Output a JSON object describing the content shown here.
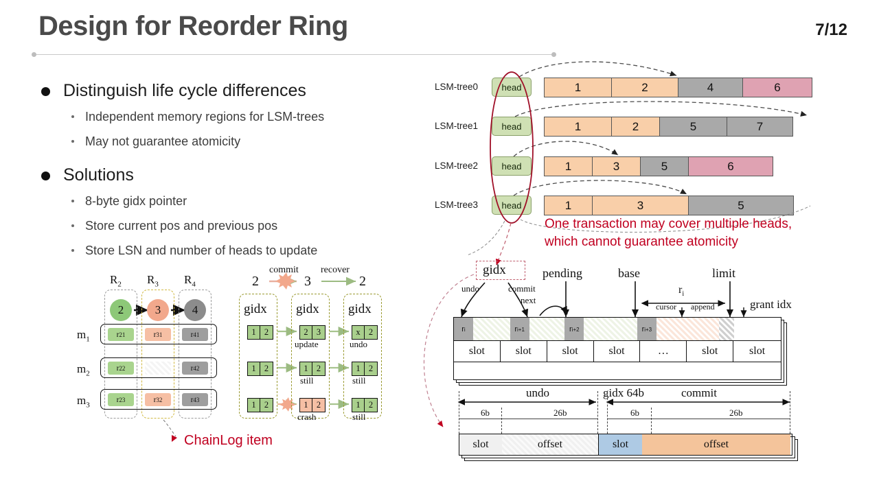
{
  "header": {
    "title": "Design for Reorder Ring",
    "page_number": "7/12"
  },
  "bullets": [
    {
      "label": "Distinguish life cycle differences",
      "children": [
        "Independent memory regions for LSM-trees",
        "May not guarantee atomicity"
      ]
    },
    {
      "label": "Solutions",
      "children": [
        "8-byte gidx pointer",
        "Store current pos and previous pos",
        "Store LSN and number of heads to update"
      ]
    }
  ],
  "lsm_diagram": {
    "head_label": "head",
    "warning": {
      "line1": "One transaction may cover multiple heads,",
      "line2": "which cannot guarantee atomicity",
      "color": "#c00020"
    },
    "colors": {
      "orange": "#f9cfa9",
      "gray": "#a9a9a9",
      "pink": "#dfa2b2",
      "head_fill": "#cfe0b4",
      "head_border": "#8aa06a"
    },
    "trees": [
      {
        "label": "LSM-tree0",
        "segments": [
          {
            "text": "1",
            "color": "orange",
            "width": 98
          },
          {
            "text": "2",
            "color": "orange",
            "width": 97
          },
          {
            "text": "4",
            "color": "gray",
            "width": 94
          },
          {
            "text": "6",
            "color": "pink",
            "width": 100
          }
        ]
      },
      {
        "label": "LSM-tree1",
        "segments": [
          {
            "text": "1",
            "color": "orange",
            "width": 98
          },
          {
            "text": "2",
            "color": "orange",
            "width": 70
          },
          {
            "text": "5",
            "color": "gray",
            "width": 98
          },
          {
            "text": "7",
            "color": "gray",
            "width": 95
          }
        ]
      },
      {
        "label": "LSM-tree2",
        "segments": [
          {
            "text": "1",
            "color": "orange",
            "width": 70
          },
          {
            "text": "3",
            "color": "orange",
            "width": 70
          },
          {
            "text": "5",
            "color": "gray",
            "width": 70
          },
          {
            "text": "6",
            "color": "pink",
            "width": 122
          }
        ]
      },
      {
        "label": "LSM-tree3",
        "segments": [
          {
            "text": "1",
            "color": "orange",
            "width": 70
          },
          {
            "text": "3",
            "color": "orange",
            "width": 140
          },
          {
            "text": "5",
            "color": "gray",
            "width": 152
          }
        ]
      }
    ]
  },
  "chainlog": {
    "caption": "ChainLog item",
    "column_headers": [
      "R",
      "R",
      "R"
    ],
    "column_header_subs": [
      "2",
      "3",
      "4"
    ],
    "row_labels": [
      "m",
      "m",
      "m"
    ],
    "row_label_subs": [
      "1",
      "2",
      "3"
    ],
    "circles": [
      {
        "text": "2",
        "color": "#8dc878"
      },
      {
        "text": "3",
        "color": "#f2a88c"
      },
      {
        "text": "4",
        "color": "#8c8c8c"
      }
    ],
    "cells": [
      [
        {
          "text": "r",
          "sub": "21",
          "color": "#a9d48e"
        },
        {
          "text": "r",
          "sub": "31",
          "color": "#f6bfa4"
        },
        {
          "text": "r",
          "sub": "41",
          "color": "#9e9e9e"
        }
      ],
      [
        {
          "text": "r",
          "sub": "22",
          "color": "#a9d48e"
        },
        {
          "text": "",
          "sub": "",
          "color": "transparent"
        },
        {
          "text": "r",
          "sub": "42",
          "color": "#9e9e9e"
        }
      ],
      [
        {
          "text": "r",
          "sub": "23",
          "color": "#a9d48e"
        },
        {
          "text": "r",
          "sub": "32",
          "color": "#f6bfa4"
        },
        {
          "text": "r",
          "sub": "43",
          "color": "#9e9e9e"
        }
      ]
    ]
  },
  "gidx_transition": {
    "states": [
      "2",
      "3",
      "2"
    ],
    "arrow_labels": [
      "commit",
      "recover"
    ],
    "group_title": "gidx",
    "rows": [
      {
        "from": [
          "1",
          "2"
        ],
        "mid": [
          "2",
          "3"
        ],
        "mid_caption": "update",
        "to": [
          "x",
          "2"
        ],
        "to_caption": "undo",
        "mid_crash": false
      },
      {
        "from": [
          "1",
          "2"
        ],
        "mid": [
          "1",
          "2"
        ],
        "mid_caption": "still",
        "to": [
          "1",
          "2"
        ],
        "to_caption": "still",
        "mid_crash": false
      },
      {
        "from": [
          "1",
          "2"
        ],
        "mid": [
          "1",
          "2"
        ],
        "mid_caption": "crash",
        "to": [
          "1",
          "2"
        ],
        "to_caption": "still",
        "mid_crash": true
      }
    ]
  },
  "ring_diagram": {
    "labels": {
      "gidx": "gidx",
      "pending": "pending",
      "base": "base",
      "limit": "limit",
      "ri": "r",
      "ri_sub": "i",
      "undo": "undo",
      "commit": "commit",
      "next": "next",
      "cursor": "cursor",
      "append": "append",
      "grant_idx": "grant idx"
    },
    "records": [
      "r",
      "r",
      "r",
      "r"
    ],
    "record_subs": [
      "i",
      "i+1",
      "i+2",
      "i+3"
    ],
    "slots": [
      "slot",
      "slot",
      "slot",
      "slot",
      "…",
      "slot",
      "slot"
    ]
  },
  "gidx64": {
    "title": "gidx 64b",
    "left_group": "undo",
    "right_group": "commit",
    "bit_labels": [
      "6b",
      "26b",
      "6b",
      "26b"
    ],
    "fields": [
      {
        "text": "slot",
        "fill": "#f0f0f0"
      },
      {
        "text": "offset",
        "fill": "#ececec"
      },
      {
        "text": "slot",
        "fill": "#aecae4"
      },
      {
        "text": "offset",
        "fill": "#f4c49b"
      }
    ]
  }
}
